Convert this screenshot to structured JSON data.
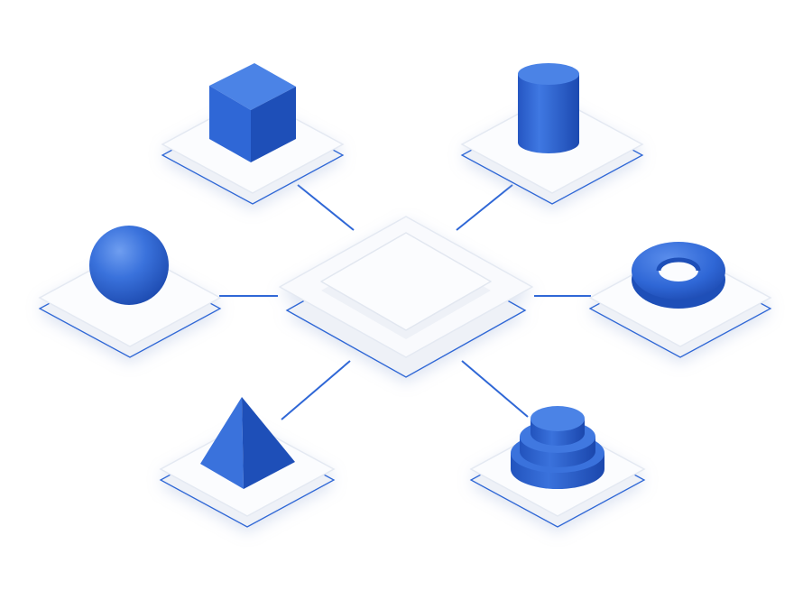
{
  "colors": {
    "background": "#ffffff",
    "platform_top": "#fbfcfe",
    "platform_side": "#eef1f7",
    "platform_edge": "#2f67d6",
    "connector": "#2f67d6",
    "shape_light": "#4b83e6",
    "shape_mid": "#2f67d6",
    "shape_dark": "#1e4fb8"
  },
  "hub": {
    "icon": "hub-platform-icon"
  },
  "nodes": [
    {
      "id": "cube",
      "icon": "cube-icon"
    },
    {
      "id": "cylinder",
      "icon": "cylinder-icon"
    },
    {
      "id": "sphere",
      "icon": "sphere-icon"
    },
    {
      "id": "torus",
      "icon": "torus-icon"
    },
    {
      "id": "pyramid",
      "icon": "pyramid-icon"
    },
    {
      "id": "stack",
      "icon": "stacked-discs-icon"
    }
  ]
}
